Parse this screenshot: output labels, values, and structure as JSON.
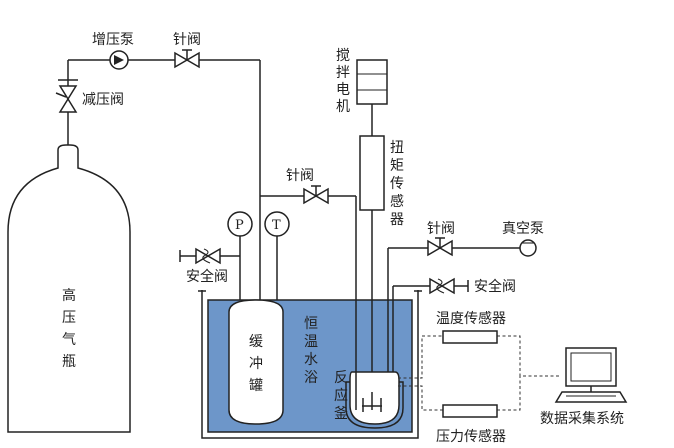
{
  "labels": {
    "booster_pump": "增压泵",
    "needle_valve_top": "针阀",
    "reducing_valve": "减压阀",
    "cylinder": [
      "高",
      "压",
      "气",
      "瓶"
    ],
    "stir_motor": [
      "搅",
      "拌",
      "电",
      "机"
    ],
    "torque_sensor": [
      "扭",
      "矩",
      "传",
      "感",
      "器"
    ],
    "needle_valve_mid": "针阀",
    "needle_valve_right": "针阀",
    "vacuum_pump": "真空泵",
    "safety_valve_left": "安全阀",
    "safety_valve_right": "安全阀",
    "pressure_gauge": "P",
    "thermometer": "T",
    "buffer_tank": [
      "缓",
      "冲",
      "罐"
    ],
    "water_bath": [
      "恒",
      "温",
      "水",
      "浴"
    ],
    "reactor": [
      "反",
      "应",
      "釜"
    ],
    "temp_sensor": "温度传感器",
    "pressure_sensor": "压力传感器",
    "daq_system": "数据采集系统"
  },
  "colors": {
    "bath_water": "#6d96c9",
    "line": "#222222"
  }
}
